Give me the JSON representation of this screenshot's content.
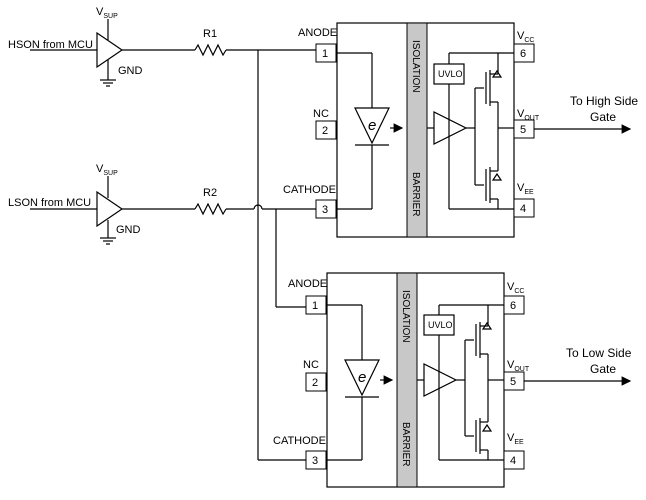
{
  "supply": {
    "v_main": "V",
    "v_sub": "SUP",
    "gnd": "GND"
  },
  "inputs": {
    "hson": "HSON from MCU",
    "lson": "LSON from MCU"
  },
  "resistors": {
    "r1": "R1",
    "r2": "R2"
  },
  "driver_pins": {
    "anode": "ANODE",
    "nc": "NC",
    "cathode": "CATHODE",
    "p1": "1",
    "p2": "2",
    "p3": "3",
    "p4": "4",
    "p5": "5",
    "p6": "6",
    "v": "V",
    "cc": "CC",
    "out": "OUT",
    "ee": "EE"
  },
  "barrier": {
    "top": "ISOLATION",
    "bottom": "BARRIER"
  },
  "uvlo": "UVLO",
  "led_symbol": "e",
  "outputs": {
    "high_l1": "To High Side",
    "high_l2": "Gate",
    "low_l1": "To Low Side",
    "low_l2": "Gate"
  }
}
